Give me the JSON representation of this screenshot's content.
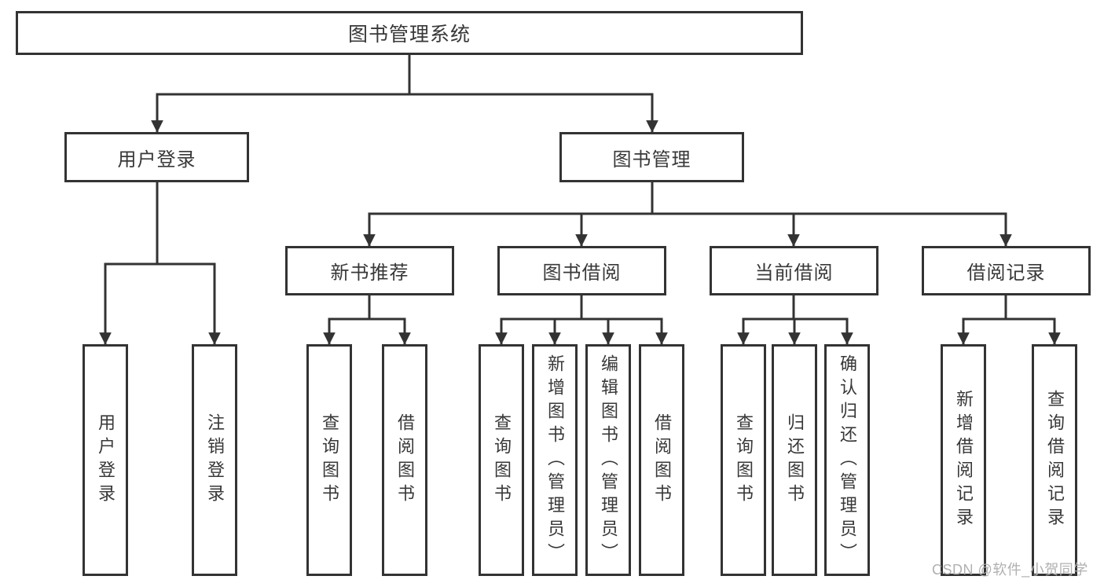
{
  "colors": {
    "line": "#333333",
    "border": "#333333",
    "text": "#383838",
    "watermark": "#b0b0b0",
    "background": "#ffffff"
  },
  "watermark": "CSDN @软件_小贺同学",
  "tree": {
    "label": "图书管理系统",
    "children": [
      {
        "label": "用户登录",
        "children": [
          {
            "label": "用户登录"
          },
          {
            "label": "注销登录"
          }
        ]
      },
      {
        "label": "图书管理",
        "children": [
          {
            "label": "新书推荐",
            "children": [
              {
                "label": "查询图书"
              },
              {
                "label": "借阅图书"
              }
            ]
          },
          {
            "label": "图书借阅",
            "children": [
              {
                "label": "查询图书"
              },
              {
                "label": "新增图书（管理员）"
              },
              {
                "label": "编辑图书（管理员）"
              },
              {
                "label": "借阅图书"
              }
            ]
          },
          {
            "label": "当前借阅",
            "children": [
              {
                "label": "查询图书"
              },
              {
                "label": "归还图书"
              },
              {
                "label": "确认归还（管理员）"
              }
            ]
          },
          {
            "label": "借阅记录",
            "children": [
              {
                "label": "新增借阅记录"
              },
              {
                "label": "查询借阅记录"
              }
            ]
          }
        ]
      }
    ]
  }
}
